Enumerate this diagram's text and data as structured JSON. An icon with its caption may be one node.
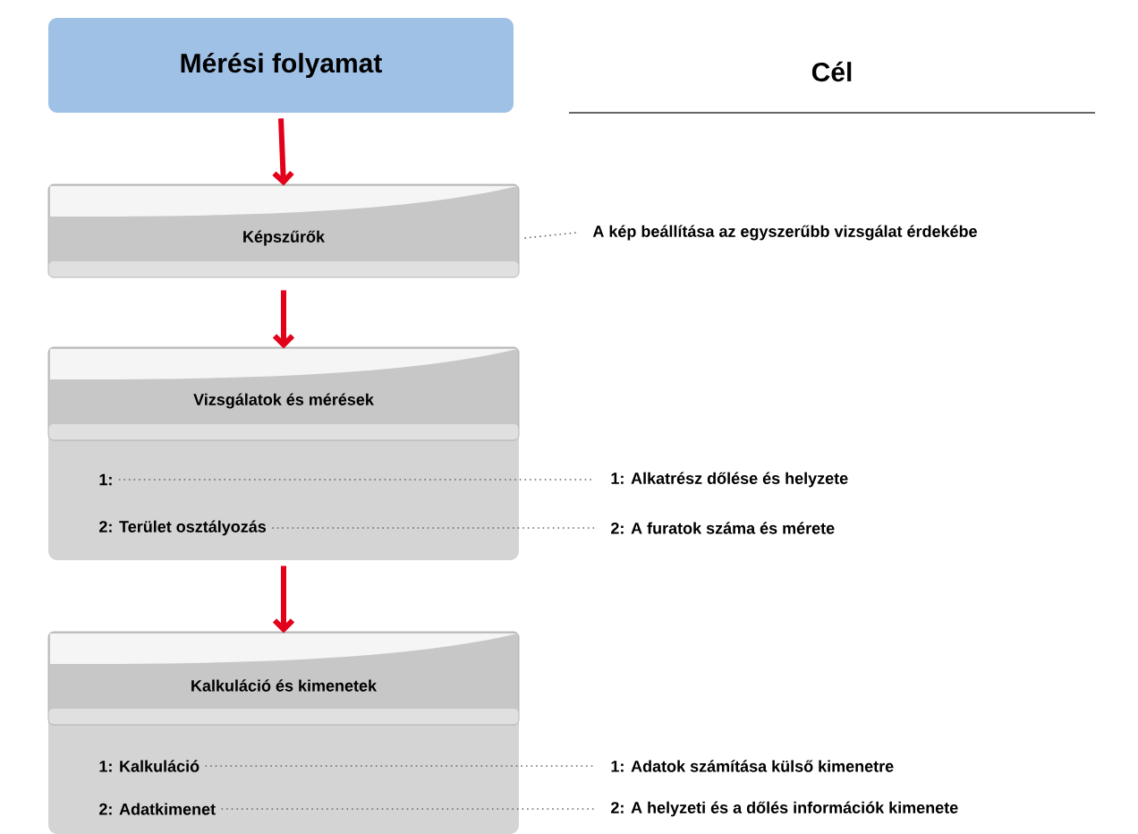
{
  "diagram": {
    "nodes": [
      {
        "text": [
          "Mérési folyamat"
        ]
      },
      {
        "text": [
          "Képszűrők"
        ]
      },
      {
        "text": [
          "A kép beállítása az egyszerűbb vizsgálat érdekébe"
        ]
      },
      {
        "text": [],
        "shape": "box"
      },
      {
        "text": [
          "Vizsgálatok és mérések"
        ],
        "in": 3
      },
      {
        "text": [
          "1:"
        ],
        "in": 3
      },
      {
        "text": [
          "2: Terület osztályozás"
        ],
        "in": 3
      },
      {
        "text": [
          "1: Alkatrész dőlése és helyzete"
        ]
      },
      {
        "text": [
          "2: A furatok száma és mérete"
        ]
      },
      {
        "text": [],
        "shape": "box"
      },
      {
        "text": [
          "Kalkuláció és kimenetek"
        ],
        "in": 9
      },
      {
        "text": [
          "1: Kalkuláció"
        ],
        "in": 9
      },
      {
        "text": [
          "2: Adatkimenet"
        ],
        "in": 9
      },
      {
        "text": [
          "1: Adatok számítása külső kimenetre"
        ]
      },
      {
        "text": [
          "2: A helyzeti és a dőlés információk kimenete"
        ]
      }
    ],
    "edges": [
      {
        "from": 0,
        "to": 1,
        "arrow": "to",
        "style": "thick",
        "color": "#e2001a"
      },
      {
        "from": 1,
        "to": 4,
        "arrow": "to",
        "style": "thick",
        "color": "#e2001a"
      },
      {
        "from": 3,
        "to": 10,
        "arrow": "to",
        "style": "thick",
        "color": "#e2001a"
      },
      {
        "from": 1,
        "to": 2,
        "arrow": "none",
        "style": "dashed"
      },
      {
        "from": 5,
        "to": 7,
        "arrow": "none",
        "style": "dashed"
      },
      {
        "from": 6,
        "to": 8,
        "arrow": "none",
        "style": "dashed"
      },
      {
        "from": 11,
        "to": 13,
        "arrow": "none",
        "style": "dashed"
      },
      {
        "from": 12,
        "to": 14,
        "arrow": "none",
        "style": "dashed"
      }
    ],
    "labels": [
      "Cél"
    ]
  }
}
